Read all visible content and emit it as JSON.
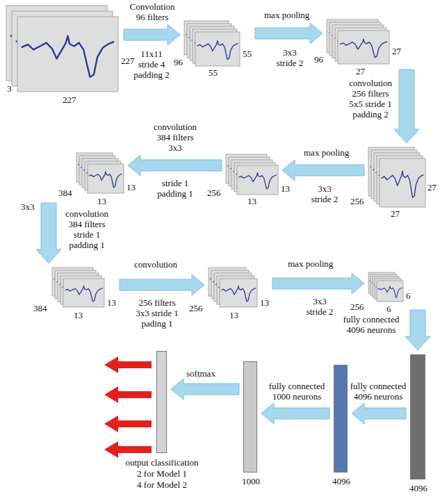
{
  "diagram": {
    "nodes": [
      {
        "text": [
          "227",
          "3",
          "227"
        ]
      },
      {
        "text": [
          "96",
          "55",
          "55"
        ]
      },
      {
        "text": [
          "96",
          "27",
          "27"
        ]
      },
      {
        "text": [
          "256",
          "27",
          "27"
        ]
      },
      {
        "text": [
          "256",
          "13",
          "13"
        ]
      },
      {
        "text": [
          "384",
          "13",
          "13"
        ]
      },
      {
        "text": [
          "384",
          "13",
          "13"
        ]
      },
      {
        "text": [
          "256",
          "13",
          "13"
        ]
      },
      {
        "text": [
          "256",
          "6",
          "6"
        ]
      },
      {
        "text": [
          "4096"
        ]
      },
      {
        "text": [
          "4096"
        ]
      },
      {
        "text": [
          "1000"
        ]
      },
      {
        "text": [
          "output classification",
          "2 for Model 1",
          "4 for Model 2"
        ]
      }
    ],
    "edges": [
      {
        "from": 0,
        "to": 1,
        "arrow": "to",
        "label": "Convolution 96 filters"
      },
      {
        "from": 1,
        "to": 2,
        "arrow": "to",
        "label": "max pooling"
      },
      {
        "from": 2,
        "to": 3,
        "arrow": "to",
        "label": "convolution 256 filters 5x5 stride 1 padding 2"
      },
      {
        "from": 3,
        "to": 4,
        "arrow": "to",
        "label": "max pooling"
      },
      {
        "from": 4,
        "to": 5,
        "arrow": "to",
        "label": "convolution 384 filters 3x3"
      },
      {
        "from": 5,
        "to": 6,
        "arrow": "to",
        "label": "convolution 384 filters stride 1 padding 1"
      },
      {
        "from": 6,
        "to": 7,
        "arrow": "to",
        "label": "convolution"
      },
      {
        "from": 7,
        "to": 8,
        "arrow": "to",
        "label": "max pooling"
      },
      {
        "from": 8,
        "to": 9,
        "arrow": "to",
        "label": "fully connected 4096 neurons"
      },
      {
        "from": 9,
        "to": 10,
        "arrow": "to",
        "label": "fully connected 4096 neurons"
      },
      {
        "from": 10,
        "to": 11,
        "arrow": "to",
        "label": "fully connected 1000 neurons"
      },
      {
        "from": 11,
        "to": 12,
        "arrow": "to",
        "label": "softmax"
      }
    ],
    "labels": [
      "11x11 stride 4 padding 2",
      "3x3 stride 2",
      "3x3 stride 2",
      "stride 1 padding 1",
      "3x3",
      "256 filters 3x3 stride 1 pading 1",
      "3x3 stride 2"
    ]
  }
}
